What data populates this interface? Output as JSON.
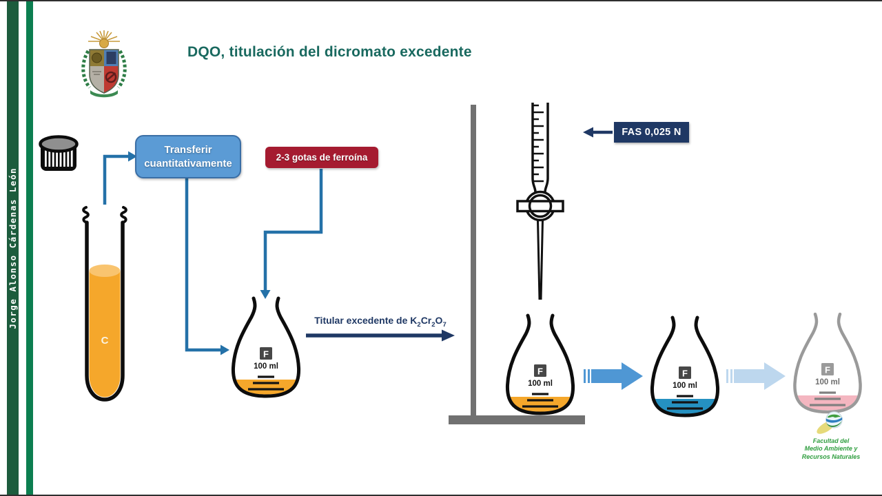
{
  "sidebar": {
    "author": "Jorge Alonso Cárdenas León",
    "bar1_color": "#1d5c3d",
    "bar2_color": "#0c7e50"
  },
  "header": {
    "title": "DQO, titulación del dicromato excedente",
    "title_color": "#19695f"
  },
  "process": {
    "transfer_box": {
      "line1": "Transferir",
      "line2": "cuantitativamente",
      "bg_color": "#5b9bd5"
    },
    "ferroin_box": {
      "text": "2-3 gotas de ferroína",
      "bg_color": "#a51b30"
    },
    "titrate_label": {
      "prefix": "Titular excedente de K",
      "sub1": "2",
      "mid1": "Cr",
      "sub2": "2",
      "mid2": "O",
      "sub3": "7",
      "color": "#1f3864"
    },
    "fas_box": {
      "text": "FAS 0,025 N",
      "bg_color": "#1f3864"
    }
  },
  "sample_tube": {
    "label": "C",
    "liquid_color": "#f5a72b"
  },
  "flasks": [
    {
      "badge": "F",
      "volume": "100 ml",
      "liquid_color": "#f5a72b"
    },
    {
      "badge": "F",
      "volume": "100 ml",
      "liquid_color": "#f5a72b"
    },
    {
      "badge": "F",
      "volume": "100 ml",
      "liquid_color": "#2591c1"
    },
    {
      "badge": "F",
      "volume": "100 ml",
      "liquid_color": "#f4b6c0"
    }
  ],
  "flow": {
    "connector_color": "#2471a8",
    "step1_color": "#4f97d4",
    "step2_color": "#bdd7ee"
  },
  "footer_logo": {
    "line1": "Facultad del",
    "line2": "Medio Ambiente y",
    "line3": "Recursos Naturales",
    "text_color": "#2f9e3f"
  }
}
